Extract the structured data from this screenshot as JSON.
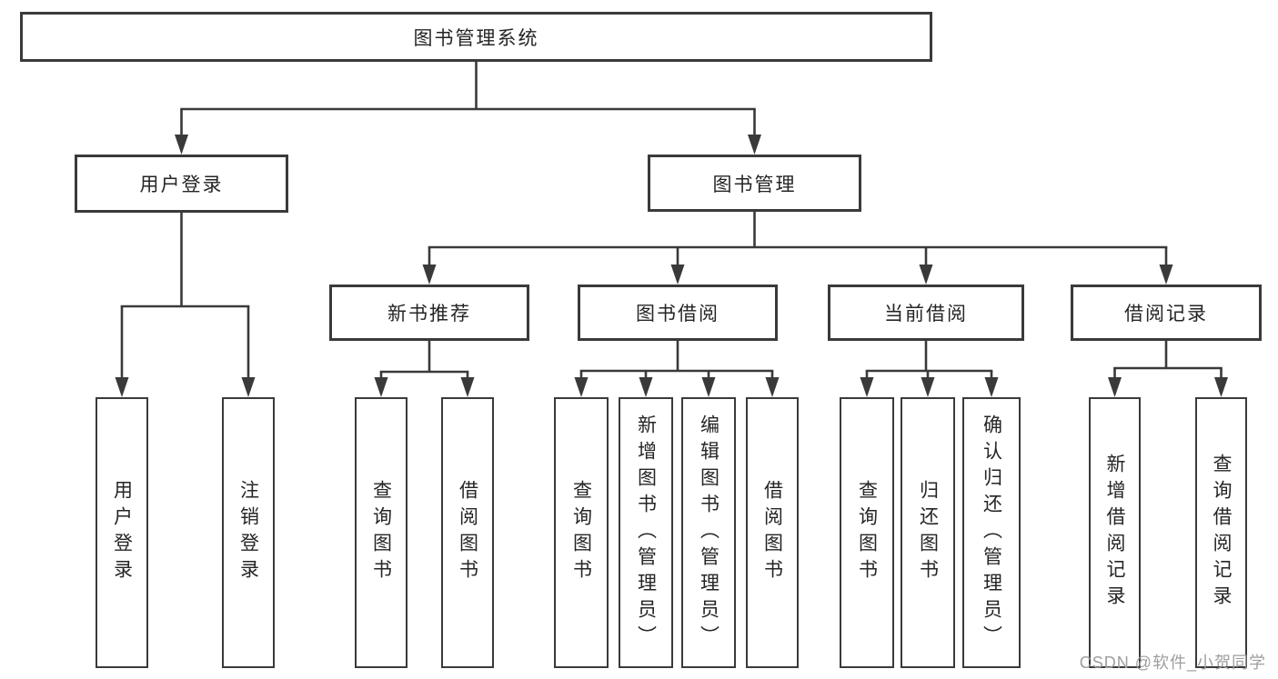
{
  "tree": {
    "root": {
      "label": "图书管理系统"
    },
    "branches": [
      {
        "label": "用户登录",
        "children": [
          {
            "label": "用户登录"
          },
          {
            "label": "注销登录"
          }
        ]
      },
      {
        "label": "图书管理",
        "children": [
          {
            "label": "新书推荐",
            "children": [
              {
                "label": "查询图书"
              },
              {
                "label": "借阅图书"
              }
            ]
          },
          {
            "label": "图书借阅",
            "children": [
              {
                "label": "查询图书"
              },
              {
                "label": "新增图书（管理员）"
              },
              {
                "label": "编辑图书（管理员）"
              },
              {
                "label": "借阅图书"
              }
            ]
          },
          {
            "label": "当前借阅",
            "children": [
              {
                "label": "查询图书"
              },
              {
                "label": "归还图书"
              },
              {
                "label": "确认归还（管理员）"
              }
            ]
          },
          {
            "label": "借阅记录",
            "children": [
              {
                "label": "新增借阅记录"
              },
              {
                "label": "查询借阅记录"
              }
            ]
          }
        ]
      }
    ]
  },
  "watermark": {
    "text": "CSDN @软件_小贺同学"
  },
  "colors": {
    "line": "#3a3a3a",
    "text": "#252525",
    "background": "#ffffff",
    "watermark": "#9e9e9e"
  }
}
